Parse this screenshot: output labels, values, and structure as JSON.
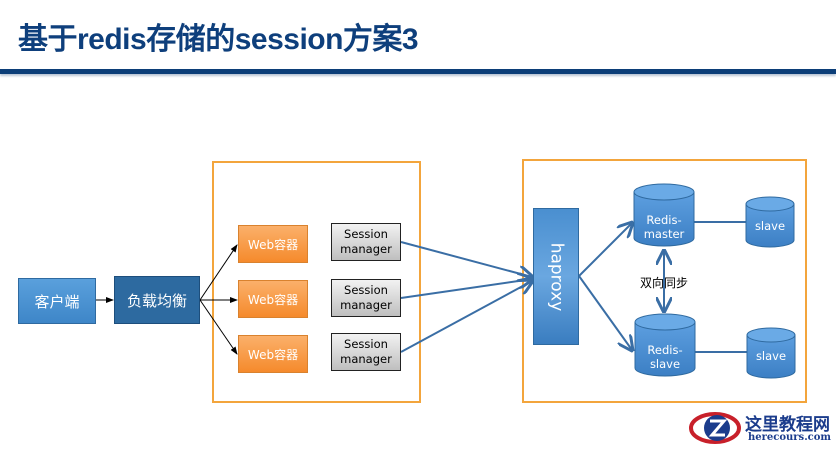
{
  "title": "基于redis存储的session方案3",
  "nodes": {
    "client": "客户端",
    "load_balancer": "负载均衡",
    "web_containers": [
      "Web容器",
      "Web容器",
      "Web容器"
    ],
    "session_managers": [
      {
        "line1": "Session",
        "line2": "manager"
      },
      {
        "line1": "Session",
        "line2": "manager"
      },
      {
        "line1": "Session",
        "line2": "manager"
      }
    ],
    "haproxy": "haproxy",
    "redis_master": {
      "line1": "Redis-",
      "line2": "master"
    },
    "redis_slave": {
      "line1": "Redis-",
      "line2": "slave"
    },
    "slave_top": "slave",
    "slave_bottom": "slave"
  },
  "sync_label": "双向同步",
  "watermark": {
    "name": "这里教程网",
    "url": "herecours.com"
  },
  "colors": {
    "title": "#0e3f7c",
    "group_border": "#f3a53c",
    "web": "#f79646",
    "node_blue": "#4a8fd0",
    "arrow": "#3a6ea5"
  }
}
